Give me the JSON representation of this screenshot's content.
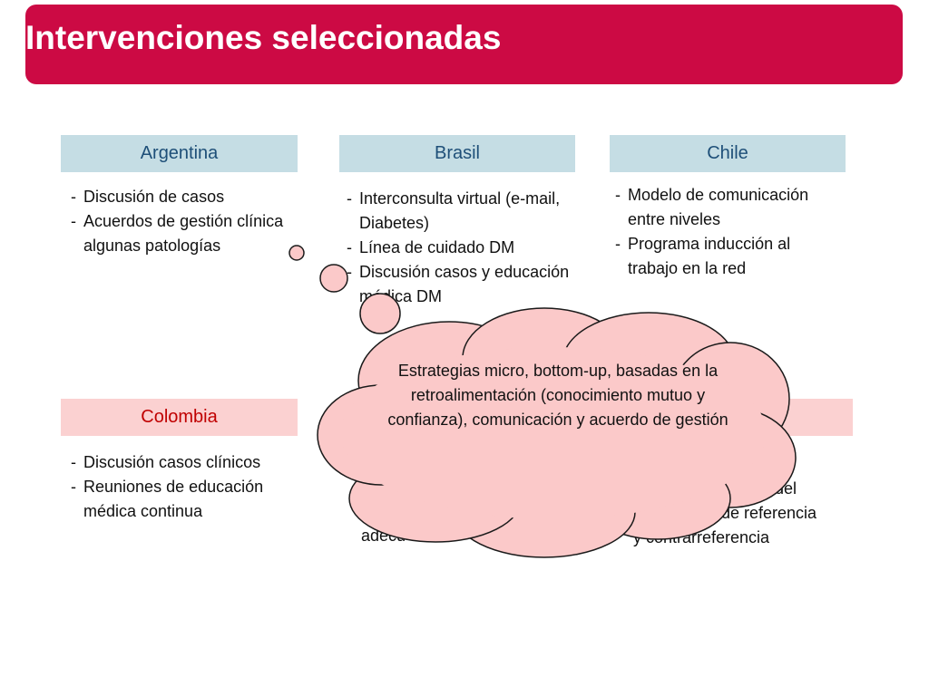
{
  "slide": {
    "title": "Intervenciones seleccionadas"
  },
  "columns": {
    "argentina": {
      "name": "Argentina",
      "items": [
        "Discusión de casos",
        "Acuerdos de gestión clínica algunas patologías"
      ]
    },
    "brasil": {
      "name": "Brasil",
      "items": [
        "Interconsulta virtual (e-mail, Diabetes)",
        "Línea de cuidado DM",
        "Discusión casos y educación médica DM"
      ]
    },
    "chile": {
      "name": "Chile",
      "items": [
        "Modelo de comunicación entre niveles",
        "Programa inducción al trabajo en la red"
      ]
    },
    "colombia": {
      "name": "Colombia",
      "items": [
        "Discusión casos clínicos",
        "Reuniones de educación médica continua"
      ]
    },
    "costa_rica": {
      "visible_fragment": "adecu"
    },
    "cuba": {
      "visible_fragment_1": "uso del",
      "visible_fragment_2": "de referencia",
      "visible_fragment_3": "y contrarreferencia"
    }
  },
  "callout": {
    "text": "Estrategias micro, bottom-up, basadas en la retroalimentación (conocimiento mutuo y confianza), comunicación y acuerdo de gestión",
    "fill": "#fbc9c9",
    "stroke": "#1a1a1a"
  },
  "colors": {
    "title_bar": "#cc0a44",
    "header_top": "#c5dde4",
    "header_bottom": "#fbd1d1"
  }
}
